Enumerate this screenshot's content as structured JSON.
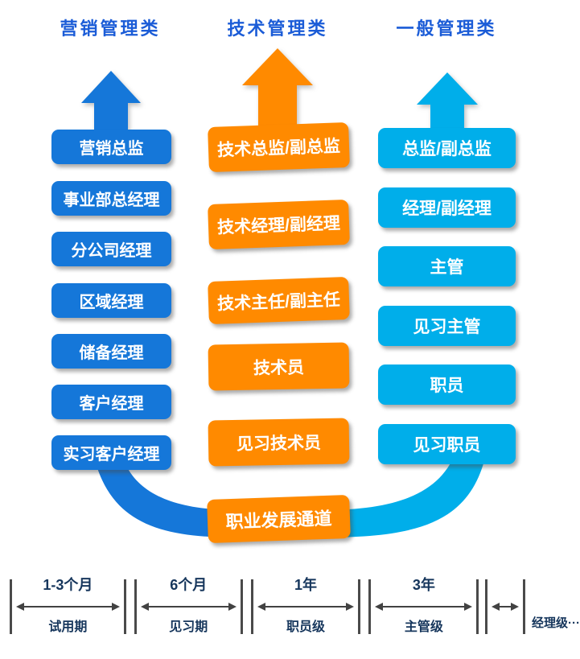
{
  "headers": {
    "marketing": "营销管理类",
    "technical": "技术管理类",
    "general": "一般管理类"
  },
  "marketing_levels": [
    "营销总监",
    "事业部总经理",
    "分公司经理",
    "区域经理",
    "储备经理",
    "客户经理",
    "实习客户经理"
  ],
  "technical_levels": [
    "技术总监/副总监",
    "技术经理/副经理",
    "技术主任/副主任",
    "技术员",
    "见习技术员"
  ],
  "general_levels": [
    "总监/副总监",
    "经理/副经理",
    "主管",
    "见习主管",
    "职员",
    "见习职员"
  ],
  "center_label": "职业发展通道",
  "colors": {
    "marketing_blue": "#1577d9",
    "technical_orange": "#ff8a00",
    "general_cyan": "#00aeea",
    "header_text": "#1b5cd7",
    "timeline_text": "#16365c"
  },
  "timeline": [
    {
      "duration": "1-3个月",
      "level": "试用期"
    },
    {
      "duration": "6个月",
      "level": "见习期"
    },
    {
      "duration": "1年",
      "level": "职员级"
    },
    {
      "duration": "3年",
      "level": "主管级"
    },
    {
      "duration": "",
      "level": "经理级···"
    }
  ]
}
